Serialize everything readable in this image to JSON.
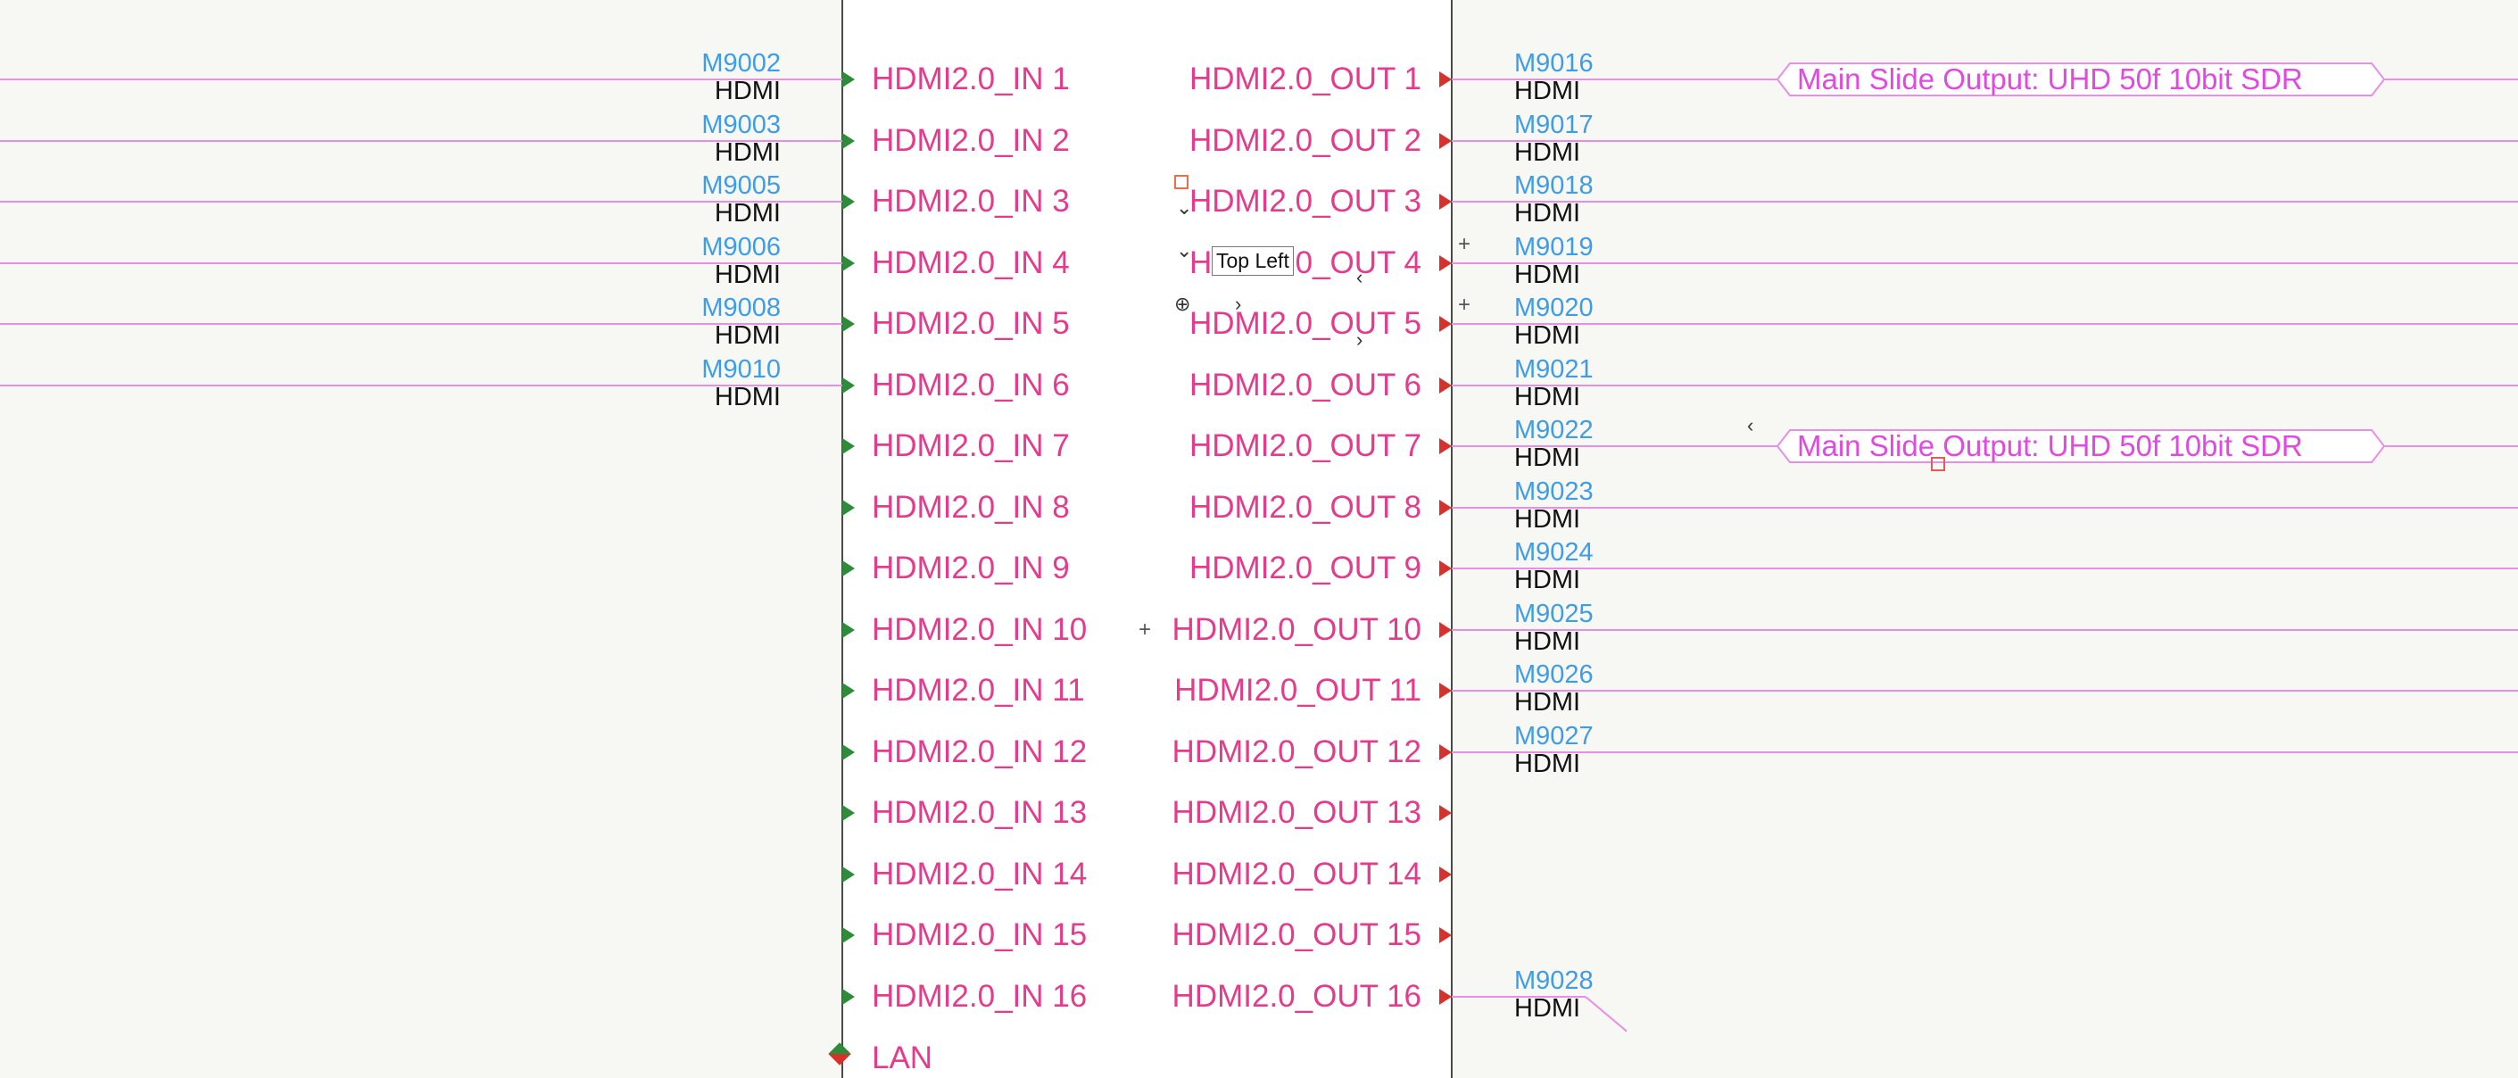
{
  "device": {
    "inputs": [
      "HDMI2.0_IN 1",
      "HDMI2.0_IN 2",
      "HDMI2.0_IN 3",
      "HDMI2.0_IN 4",
      "HDMI2.0_IN 5",
      "HDMI2.0_IN 6",
      "HDMI2.0_IN 7",
      "HDMI2.0_IN 8",
      "HDMI2.0_IN 9",
      "HDMI2.0_IN 10",
      "HDMI2.0_IN 11",
      "HDMI2.0_IN 12",
      "HDMI2.0_IN 13",
      "HDMI2.0_IN 14",
      "HDMI2.0_IN 15",
      "HDMI2.0_IN 16"
    ],
    "outputs": [
      "HDMI2.0_OUT 1",
      "HDMI2.0_OUT 2",
      "HDMI2.0_OUT 3",
      "HDMI2.0_OUT 4",
      "HDMI2.0_OUT 5",
      "HDMI2.0_OUT 6",
      "HDMI2.0_OUT 7",
      "HDMI2.0_OUT 8",
      "HDMI2.0_OUT 9",
      "HDMI2.0_OUT 10",
      "HDMI2.0_OUT 11",
      "HDMI2.0_OUT 12",
      "HDMI2.0_OUT 13",
      "HDMI2.0_OUT 14",
      "HDMI2.0_OUT 15",
      "HDMI2.0_OUT 16"
    ],
    "lan_label": "LAN"
  },
  "left_cables": [
    {
      "id": "M9002",
      "type": "HDMI"
    },
    {
      "id": "M9003",
      "type": "HDMI"
    },
    {
      "id": "M9005",
      "type": "HDMI"
    },
    {
      "id": "M9006",
      "type": "HDMI"
    },
    {
      "id": "M9008",
      "type": "HDMI"
    },
    {
      "id": "M9010",
      "type": "HDMI"
    }
  ],
  "right_cables": [
    {
      "id": "M9016",
      "type": "HDMI",
      "port": 1
    },
    {
      "id": "M9017",
      "type": "HDMI",
      "port": 2
    },
    {
      "id": "M9018",
      "type": "HDMI",
      "port": 3
    },
    {
      "id": "M9019",
      "type": "HDMI",
      "port": 4
    },
    {
      "id": "M9020",
      "type": "HDMI",
      "port": 5
    },
    {
      "id": "M9021",
      "type": "HDMI",
      "port": 6
    },
    {
      "id": "M9022",
      "type": "HDMI",
      "port": 7
    },
    {
      "id": "M9023",
      "type": "HDMI",
      "port": 8
    },
    {
      "id": "M9024",
      "type": "HDMI",
      "port": 9
    },
    {
      "id": "M9025",
      "type": "HDMI",
      "port": 10
    },
    {
      "id": "M9026",
      "type": "HDMI",
      "port": 11
    },
    {
      "id": "M9027",
      "type": "HDMI",
      "port": 12
    },
    {
      "id": "M9028",
      "type": "HDMI",
      "port": 16
    }
  ],
  "offpage_connectors": [
    {
      "text": "Main Slide Output:  UHD  50f 10bit SDR",
      "port": 1
    },
    {
      "text": "Main Slide Output:  UHD  50f 10bit SDR",
      "port": 7
    }
  ],
  "tooltip": "Top Left",
  "colors": {
    "wire": "#e88ee8",
    "port_label": "#e53b8c",
    "cable_id": "#3d9de8",
    "input_arrow": "#2e8b3a",
    "output_arrow": "#d6312a",
    "offpage_text": "#e04ae0"
  }
}
